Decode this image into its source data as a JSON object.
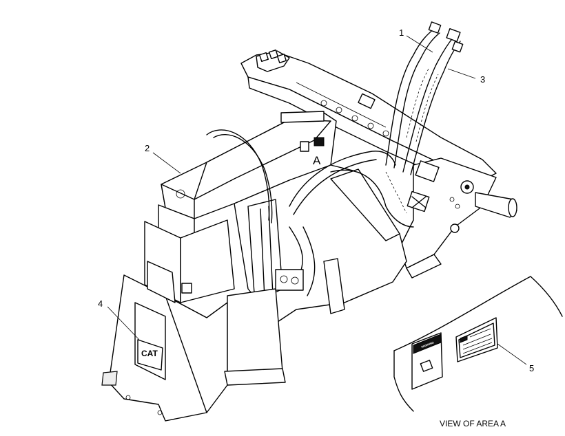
{
  "callouts": {
    "c1": "1",
    "c2": "2",
    "c3": "3",
    "c4": "4",
    "c5": "5"
  },
  "area_label": "A",
  "view_label": "VIEW OF AREA A",
  "decal_warning": "WARNING",
  "logo_text": "CAT"
}
